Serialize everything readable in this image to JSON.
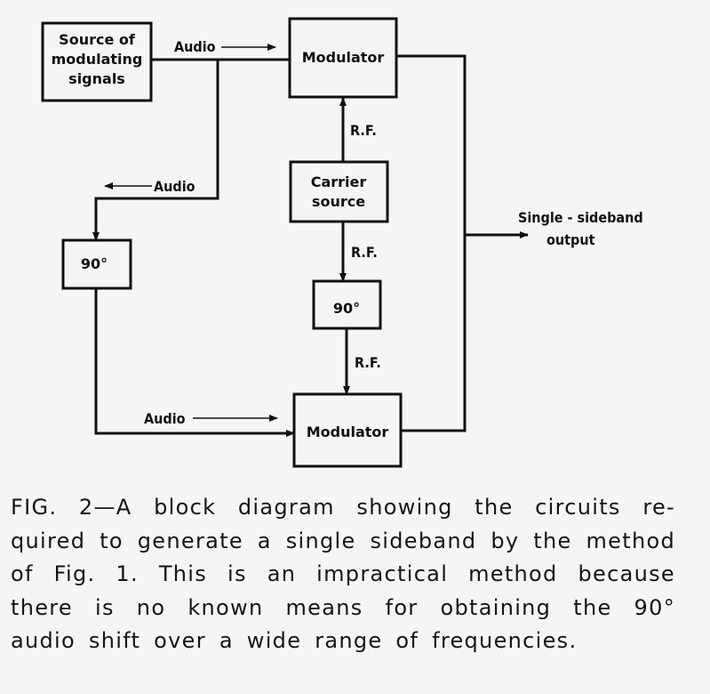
{
  "diagram": {
    "blocks": {
      "source": [
        "Source of",
        "modulating",
        "signals"
      ],
      "modulator_top": "Modulator",
      "carrier": [
        "Carrier",
        "source"
      ],
      "audio_shift": "90°",
      "rf_shift": "90°",
      "modulator_bottom": "Modulator"
    },
    "labels": {
      "audio_top": "Audio",
      "audio_branch": "Audio",
      "audio_bottom": "Audio",
      "rf_top": "R.F.",
      "rf_mid": "R.F.",
      "rf_bottom": "R.F.",
      "output": [
        "Single - sideband",
        "output"
      ]
    }
  },
  "caption": {
    "lines": [
      "FIG. 2—A block diagram showing the circuits re-",
      "quired to generate a single sideband by the method",
      "of Fig. 1. This is an impractical method because",
      "there is no known means for obtaining the 90°",
      "audio shift over a wide range of frequencies."
    ]
  }
}
